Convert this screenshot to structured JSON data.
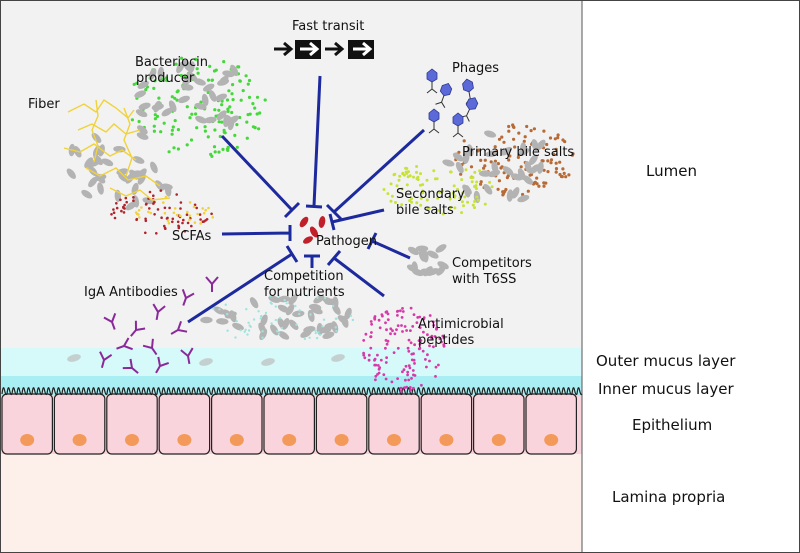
{
  "labels": {
    "fast_transit": "Fast transit",
    "bacteriocin_line1": "Bacteriocin",
    "bacteriocin_line2": "producer",
    "phages": "Phages",
    "fiber": "Fiber",
    "primary_bile_salts": "Primary bile salts",
    "secondary_line1": "Secondary",
    "secondary_line2": "bile salts",
    "scfas": "SCFAs",
    "pathogen": "Pathogen",
    "competitors_line1": "Competitors",
    "competitors_line2": "with T6SS",
    "competition_line1": "Competition",
    "competition_line2": "for nutrients",
    "iga": "IgA Antibodies",
    "amp_line1": "Antimicrobial",
    "amp_line2": "peptides"
  },
  "layers": {
    "lumen": "Lumen",
    "outer_mucus": "Outer mucus layer",
    "inner_mucus": "Inner mucus layer",
    "epithelium": "Epithelium",
    "lamina_propria": "Lamina propria"
  },
  "colors": {
    "lumen_bg": "#f2f2f2",
    "outer_mucus": "#d6f9f9",
    "inner_mucus": "#a8eef2",
    "epithelium": "#fad4dc",
    "nucleus": "#f39a5a",
    "lamina": "#fdf0ea",
    "inhibition_line": "#1d2a9e",
    "bacteria": "#b3b3b3",
    "bacteriocin": "#45d83a",
    "fiber": "#f0d23a",
    "scfa": "#b0232a",
    "primary_bile": "#b76a35",
    "secondary_bile": "#c9e23a",
    "phage": "#5b6ad8",
    "antibody": "#8a2a9a",
    "amp": "#d63aa8",
    "pathogen": "#c0202a"
  }
}
